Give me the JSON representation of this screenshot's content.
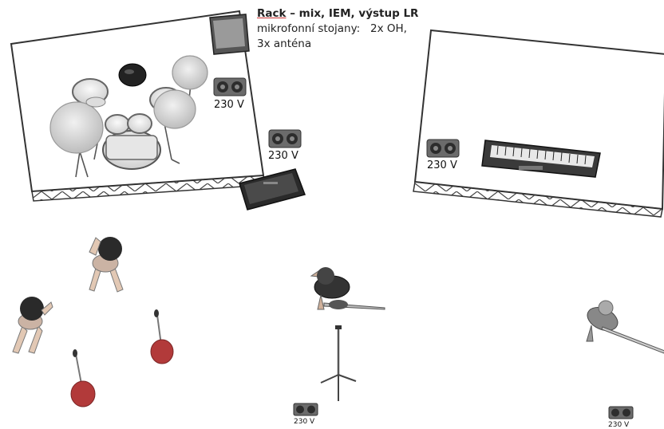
{
  "notes": {
    "rack_word": "Rack",
    "title_rest": " – mix, IEM, výstup LR",
    "line2": "mikrofonní stojany:   2x OH,",
    "line3": "3x anténa"
  },
  "outlets": {
    "label_large": "230 V",
    "label_small": "230 V"
  },
  "colors": {
    "riser_fill": "#ffffff",
    "riser_edge": "#333333",
    "drum_shell": "#d9d9d9",
    "cymbal": "#d2d2d2",
    "mic_base": "#b23a3a",
    "outlet_body": "#6b6b6b",
    "outlet_socket": "#2d2d2d"
  },
  "icons": [
    "drum-kit-icon",
    "amplifier-icon",
    "keyboard-icon",
    "musician-icon",
    "mic-stand-icon",
    "tripod-stand-icon",
    "power-outlet-icon",
    "monitor-speaker-icon"
  ]
}
